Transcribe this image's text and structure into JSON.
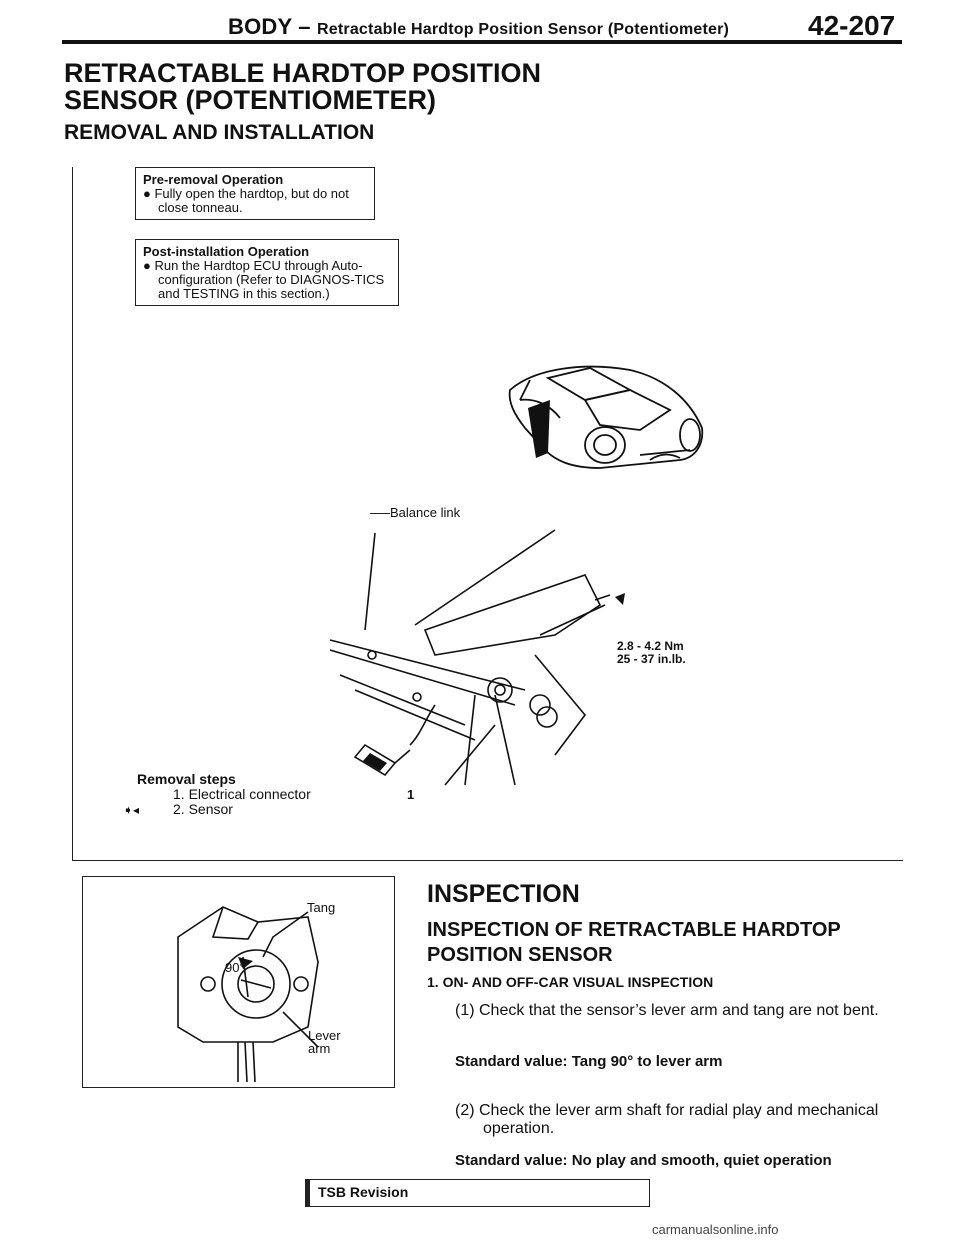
{
  "header": {
    "section": "BODY – ",
    "subsection": "Retractable Hardtop Position Sensor (Potentiometer)",
    "page_number": "42-207"
  },
  "title_line1": "RETRACTABLE HARDTOP POSITION",
  "title_line2": "SENSOR (POTENTIOMETER)",
  "subtitle": "REMOVAL AND INSTALLATION",
  "pre_removal": {
    "heading": "Pre-removal Operation",
    "item": "● Fully open the hardtop, but do not close tonneau."
  },
  "post_install": {
    "heading": "Post-installation Operation",
    "item": "● Run the Hardtop ECU through Auto-configuration (Refer to DIAGNOS-TICS and TESTING in this section.)"
  },
  "diagram_labels": {
    "balance_link": "Balance link",
    "torque_nm": "2.8 - 4.2 Nm",
    "torque_inlb": "25 - 37 in.lb.",
    "callout_1": "1"
  },
  "removal_steps": {
    "heading": "Removal steps",
    "steps": [
      "1. Electrical connector",
      "2. Sensor"
    ],
    "step2_symbol": "➧◂"
  },
  "sensor_figure": {
    "tang": "Tang",
    "lever": "Lever",
    "arm": "arm",
    "angle": "90°"
  },
  "inspection": {
    "heading": "INSPECTION",
    "subheading_line1": "INSPECTION OF RETRACTABLE HARDTOP",
    "subheading_line2": "POSITION SENSOR",
    "step": "1.  ON- AND OFF-CAR VISUAL INSPECTION",
    "check1": "(1) Check that the sensor’s lever arm and tang are not bent.",
    "std1": "Standard value: Tang 90° to lever arm",
    "check2": "(2) Check the lever arm shaft for radial play and mechanical operation.",
    "std2": "Standard value: No play and smooth, quiet operation"
  },
  "footer": {
    "tsb": "TSB Revision",
    "watermark": "carmanualsonline.info"
  }
}
